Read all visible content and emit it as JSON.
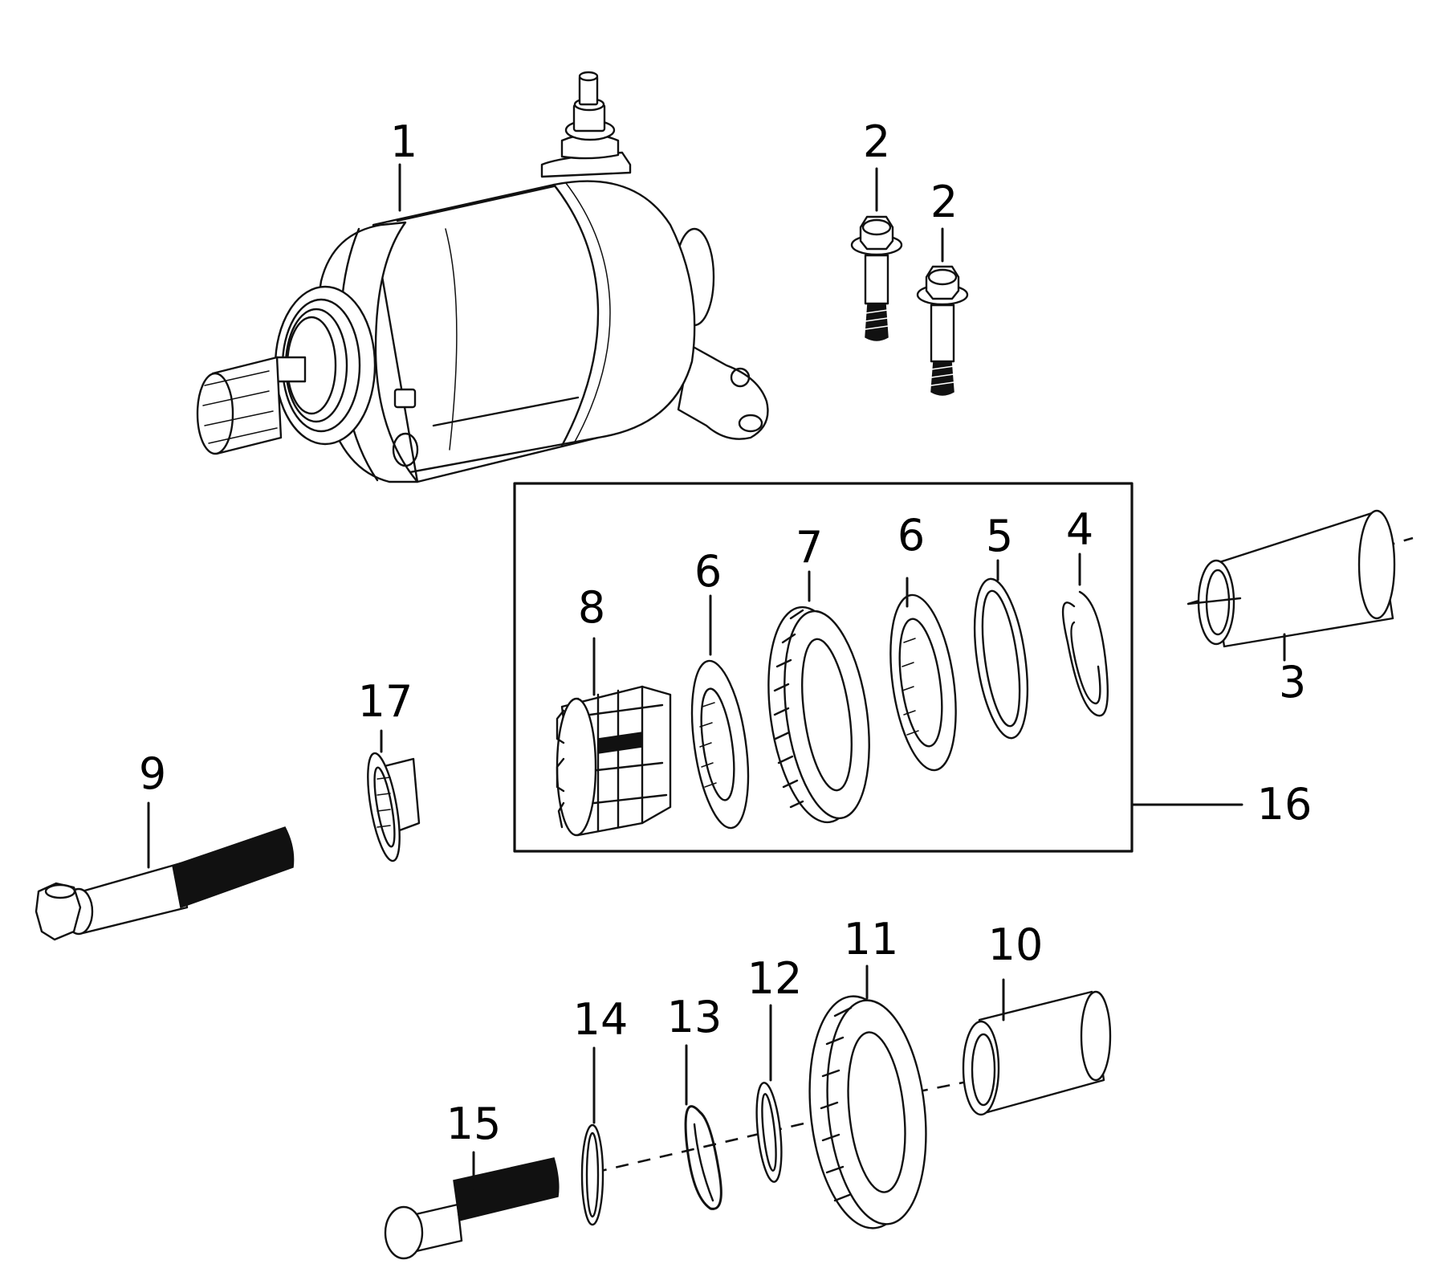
{
  "callouts": {
    "c1": "1",
    "c2a": "2",
    "c2b": "2",
    "c3": "3",
    "c4": "4",
    "c5": "5",
    "c6a": "6",
    "c6b": "6",
    "c7": "7",
    "c8": "8",
    "c9": "9",
    "c10": "10",
    "c11": "11",
    "c12": "12",
    "c13": "13",
    "c14": "14",
    "c15": "15",
    "c16": "16",
    "c17": "17"
  }
}
